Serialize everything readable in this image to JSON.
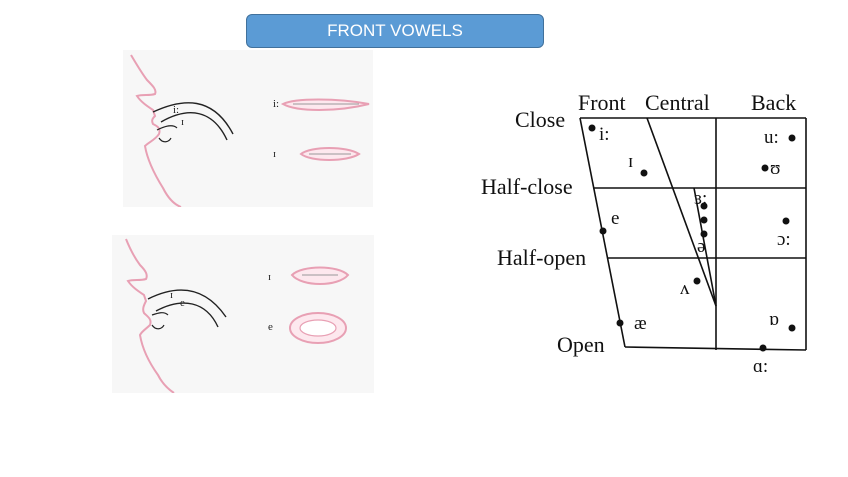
{
  "slide": {
    "title": "FRONT VOWELS"
  },
  "articulation": {
    "top": {
      "labels": [
        "i:",
        "ɪ"
      ],
      "tongue_labels": [
        "i:",
        "ɪ"
      ]
    },
    "bottom": {
      "labels": [
        "ɪ",
        "e"
      ],
      "tongue_labels": [
        "ɪ",
        "e"
      ]
    }
  },
  "chart": {
    "columns": [
      "Front",
      "Central",
      "Back"
    ],
    "rows": [
      "Close",
      "Half-close",
      "Half-open",
      "Open"
    ],
    "symbols": {
      "i_long": "i:",
      "i_short": "ɪ",
      "u_long": "u:",
      "u_short": "ʊ",
      "er": "ɜ:",
      "schwa": "ə",
      "e": "e",
      "aw": "ɔ:",
      "wedge": "ʌ",
      "ae": "æ",
      "o_short": "ɒ",
      "a_long": "ɑ:"
    }
  }
}
